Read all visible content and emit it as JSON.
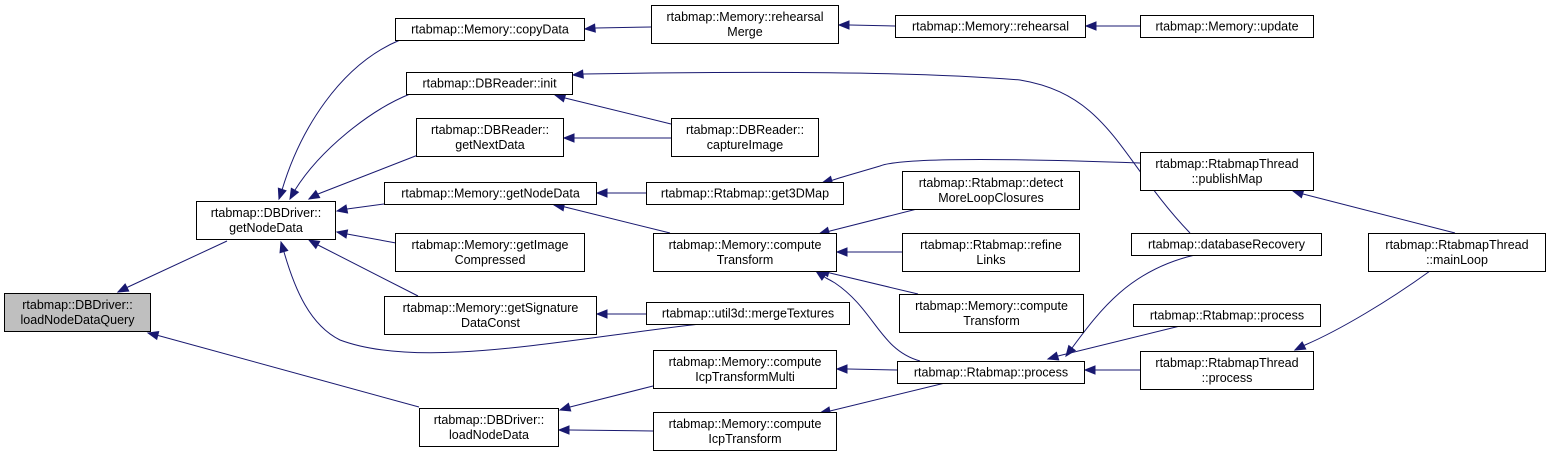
{
  "graph": {
    "colors": {
      "edge": "#191970",
      "root_fill": "#bfbfbf",
      "node_fill": "#ffffff",
      "node_border": "#000000"
    },
    "nodes": [
      {
        "id": "loadNodeDataQuery",
        "lines": [
          "rtabmap::DBDriver::",
          "loadNodeDataQuery"
        ],
        "root": true
      },
      {
        "id": "dbdriver_getNodeData",
        "lines": [
          "rtabmap::DBDriver::",
          "getNodeData"
        ]
      },
      {
        "id": "dbdriver_loadNodeData",
        "lines": [
          "rtabmap::DBDriver::",
          "loadNodeData"
        ]
      },
      {
        "id": "memory_copyData",
        "lines": [
          "rtabmap::Memory::copyData"
        ]
      },
      {
        "id": "dbreader_init",
        "lines": [
          "rtabmap::DBReader::init"
        ]
      },
      {
        "id": "dbreader_getNextData",
        "lines": [
          "rtabmap::DBReader::",
          "getNextData"
        ]
      },
      {
        "id": "memory_getNodeData",
        "lines": [
          "rtabmap::Memory::getNodeData"
        ]
      },
      {
        "id": "memory_getImageCompressed",
        "lines": [
          "rtabmap::Memory::getImage",
          "Compressed"
        ]
      },
      {
        "id": "memory_getSignatureDataConst",
        "lines": [
          "rtabmap::Memory::getSignature",
          "DataConst"
        ]
      },
      {
        "id": "memory_rehearsalMerge",
        "lines": [
          "rtabmap::Memory::rehearsal",
          "Merge"
        ]
      },
      {
        "id": "dbreader_captureImage",
        "lines": [
          "rtabmap::DBReader::",
          "captureImage"
        ]
      },
      {
        "id": "rtabmap_get3DMap",
        "lines": [
          "rtabmap::Rtabmap::get3DMap"
        ]
      },
      {
        "id": "memory_computeTransform",
        "lines": [
          "rtabmap::Memory::compute",
          "Transform"
        ]
      },
      {
        "id": "util3d_mergeTextures",
        "lines": [
          "rtabmap::util3d::mergeTextures"
        ]
      },
      {
        "id": "memory_computeIcpTransformMulti",
        "lines": [
          "rtabmap::Memory::compute",
          "IcpTransformMulti"
        ]
      },
      {
        "id": "memory_computeIcpTransform",
        "lines": [
          "rtabmap::Memory::compute",
          "IcpTransform"
        ]
      },
      {
        "id": "memory_rehearsal",
        "lines": [
          "rtabmap::Memory::rehearsal"
        ]
      },
      {
        "id": "rtabmap_detectMoreLoopClosures",
        "lines": [
          "rtabmap::Rtabmap::detect",
          "MoreLoopClosures"
        ]
      },
      {
        "id": "rtabmap_refineLinks",
        "lines": [
          "rtabmap::Rtabmap::refine",
          "Links"
        ]
      },
      {
        "id": "memory_computeTransform2",
        "lines": [
          "rtabmap::Memory::compute",
          "Transform"
        ]
      },
      {
        "id": "rtabmap_process",
        "lines": [
          "rtabmap::Rtabmap::process"
        ]
      },
      {
        "id": "memory_update",
        "lines": [
          "rtabmap::Memory::update"
        ]
      },
      {
        "id": "rtabmapthread_publishMap",
        "lines": [
          "rtabmap::RtabmapThread",
          "::publishMap"
        ]
      },
      {
        "id": "databaseRecovery",
        "lines": [
          "rtabmap::databaseRecovery"
        ]
      },
      {
        "id": "rtabmap_process2",
        "lines": [
          "rtabmap::Rtabmap::process"
        ]
      },
      {
        "id": "rtabmapthread_process",
        "lines": [
          "rtabmap::RtabmapThread",
          "::process"
        ]
      },
      {
        "id": "rtabmapthread_mainLoop",
        "lines": [
          "rtabmap::RtabmapThread",
          "::mainLoop"
        ]
      }
    ],
    "edges": [
      {
        "from": "dbdriver_getNodeData",
        "to": "loadNodeDataQuery"
      },
      {
        "from": "dbdriver_loadNodeData",
        "to": "loadNodeDataQuery"
      },
      {
        "from": "memory_copyData",
        "to": "dbdriver_getNodeData"
      },
      {
        "from": "dbreader_init",
        "to": "dbdriver_getNodeData"
      },
      {
        "from": "dbreader_getNextData",
        "to": "dbdriver_getNodeData"
      },
      {
        "from": "memory_getNodeData",
        "to": "dbdriver_getNodeData"
      },
      {
        "from": "memory_getImageCompressed",
        "to": "dbdriver_getNodeData"
      },
      {
        "from": "memory_getSignatureDataConst",
        "to": "dbdriver_getNodeData"
      },
      {
        "from": "util3d_mergeTextures",
        "to": "dbdriver_getNodeData"
      },
      {
        "from": "memory_computeIcpTransformMulti",
        "to": "dbdriver_loadNodeData"
      },
      {
        "from": "memory_computeIcpTransform",
        "to": "dbdriver_loadNodeData"
      },
      {
        "from": "memory_rehearsalMerge",
        "to": "memory_copyData"
      },
      {
        "from": "memory_rehearsal",
        "to": "memory_rehearsalMerge"
      },
      {
        "from": "memory_update",
        "to": "memory_rehearsal"
      },
      {
        "from": "dbreader_captureImage",
        "to": "dbreader_init"
      },
      {
        "from": "databaseRecovery",
        "to": "dbreader_init"
      },
      {
        "from": "dbreader_captureImage",
        "to": "dbreader_getNextData"
      },
      {
        "from": "rtabmap_get3DMap",
        "to": "memory_getNodeData"
      },
      {
        "from": "memory_computeTransform",
        "to": "memory_getNodeData"
      },
      {
        "from": "rtabmapthread_publishMap",
        "to": "rtabmap_get3DMap"
      },
      {
        "from": "rtabmapthread_mainLoop",
        "to": "rtabmapthread_publishMap"
      },
      {
        "from": "rtabmap_detectMoreLoopClosures",
        "to": "memory_computeTransform"
      },
      {
        "from": "rtabmap_refineLinks",
        "to": "memory_computeTransform"
      },
      {
        "from": "memory_computeTransform2",
        "to": "memory_computeTransform"
      },
      {
        "from": "rtabmap_process",
        "to": "memory_computeTransform"
      },
      {
        "from": "util3d_mergeTextures",
        "to": "memory_getSignatureDataConst"
      },
      {
        "from": "rtabmap_process",
        "to": "memory_computeIcpTransformMulti"
      },
      {
        "from": "rtabmap_process",
        "to": "memory_computeIcpTransform"
      },
      {
        "from": "databaseRecovery",
        "to": "rtabmap_process"
      },
      {
        "from": "rtabmap_process2",
        "to": "rtabmap_process"
      },
      {
        "from": "rtabmapthread_process",
        "to": "rtabmap_process"
      },
      {
        "from": "rtabmapthread_mainLoop",
        "to": "rtabmapthread_process"
      }
    ]
  }
}
